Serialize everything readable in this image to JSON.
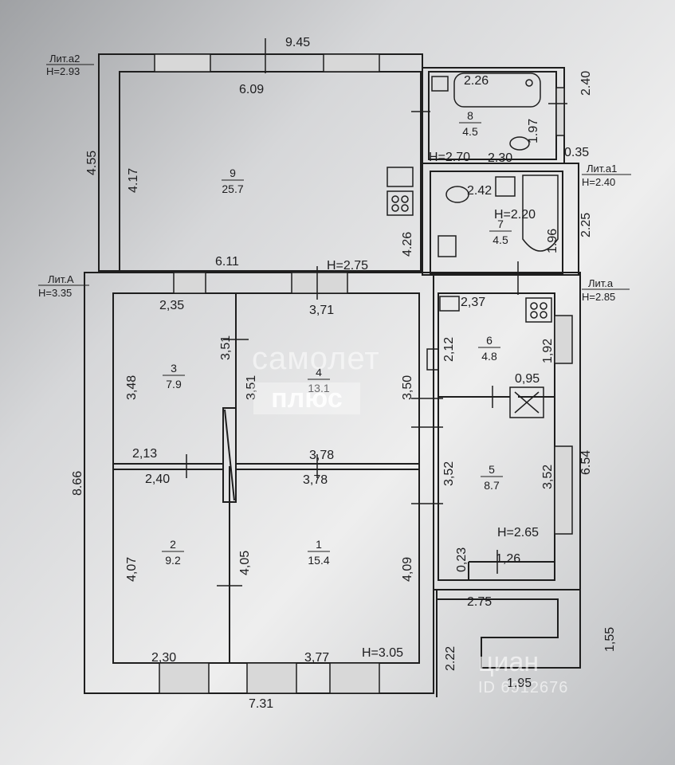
{
  "literas": {
    "a2": {
      "name": "Лит.а2",
      "height": "H=2.93"
    },
    "A": {
      "name": "Лит.А",
      "height": "H=3.35"
    },
    "a1": {
      "name": "Лит.а1",
      "height": "H=2.40"
    },
    "a": {
      "name": "Лит.а",
      "height": "H=2.85"
    }
  },
  "ceiling_heights": {
    "main": "H=2.75",
    "bath": "H=2.70",
    "room7": "H=2.20",
    "room5": "H=2.65",
    "bottom": "H=3.05"
  },
  "rooms": [
    {
      "number": "1",
      "area": "15.4"
    },
    {
      "number": "2",
      "area": "9.2"
    },
    {
      "number": "3",
      "area": "7.9"
    },
    {
      "number": "4",
      "area": "13.1"
    },
    {
      "number": "5",
      "area": "8.7"
    },
    {
      "number": "6",
      "area": "4.8"
    },
    {
      "number": "7",
      "area": "4.5"
    },
    {
      "number": "8",
      "area": "4.5"
    },
    {
      "number": "9",
      "area": "25.7"
    }
  ],
  "dimensions": {
    "top_overall": "9.45",
    "room9_top": "6.09",
    "room9_left_outer": "4.55",
    "room9_left_inner": "4.17",
    "room9_right": "4.26",
    "room9_bottom": "6.11",
    "bath_top": "2.26",
    "bath_right_outer": "2.40",
    "bath_inner": "1.97",
    "bath_bottom": "2.30",
    "offset": "0.35",
    "r7_top": "2.42",
    "r7_inner": "1.96",
    "r7_outer": "2.25",
    "left_overall": "8.66",
    "r3_top": "2,35",
    "r3_left": "3,48",
    "r3_right": "3,51",
    "r4_left": "3,51",
    "r4_top": "3,71",
    "r4_right": "3,50",
    "r3_bottom": "2,13",
    "r2_top": "2,40",
    "r4_bottom": "3,78",
    "r1_top": "3,78",
    "r2_left": "4,07",
    "r2_right": "4,05",
    "r1_right": "4,09",
    "r2_bottom": "2,30",
    "r1_bottom": "3,77",
    "bottom_overall": "7.31",
    "r6_top": "2,37",
    "r6_left": "2,12",
    "r6_right": "1,92",
    "stove": "0,95",
    "right_overall": "6.54",
    "r5_left": "3,52",
    "r5_right": "3,52",
    "step": "0,23",
    "step_w": "1,26",
    "porch_w": "2.75",
    "porch_r": "1,55",
    "porch_l": "2.22",
    "porch_bottom": "1,95"
  },
  "watermarks": {
    "samolet": "самолет",
    "plus": "плюс",
    "cian": "циан",
    "id": "ID 6912676"
  }
}
